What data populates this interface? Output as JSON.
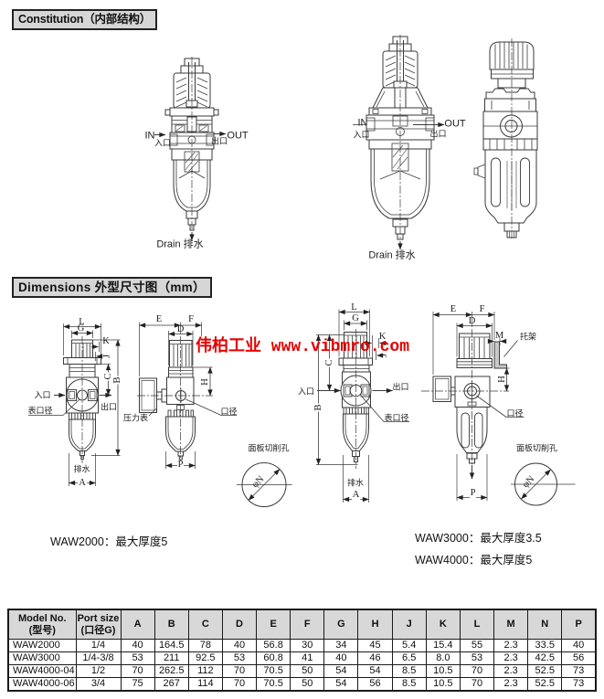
{
  "sections": {
    "constitution": {
      "title": "Constitution（内部结构）"
    },
    "dimensions": {
      "title": "Dimensions 外型尺寸图（mm）"
    }
  },
  "watermark": {
    "text": "伟柏工业 www.vibmro.com",
    "color": "#e60000"
  },
  "constitution_labels": {
    "in_en": "IN",
    "in_cn": "入口",
    "out_en": "OUT",
    "out_cn": "出口",
    "drain": "Drain 排水"
  },
  "dimension_labels": {
    "A": "A",
    "B": "B",
    "C": "C",
    "D": "D",
    "E": "E",
    "F": "F",
    "G": "G",
    "H": "H",
    "J": "J",
    "K": "K",
    "L": "L",
    "M": "M",
    "P": "P",
    "inlet": "入口",
    "outlet": "出口",
    "gauge_port": "表口径",
    "drain": "排水",
    "pressure_gauge": "压力表",
    "port_size": "口径",
    "bracket": "托架",
    "panel_hole": "面板切削孔",
    "phi_n": "φN"
  },
  "notes": {
    "waw2000": "WAW2000：最大厚度5",
    "waw3000": "WAW3000：最大厚度3.5",
    "waw4000": "WAW4000：最大厚度5"
  },
  "table": {
    "col_model": {
      "en": "Model No.",
      "cn": "(型号)"
    },
    "col_port": {
      "en": "Port size",
      "cn": "(口径G)"
    },
    "dim_headers": [
      "A",
      "B",
      "C",
      "D",
      "E",
      "F",
      "G",
      "H",
      "J",
      "K",
      "L",
      "M",
      "N",
      "P"
    ],
    "rows": [
      [
        "WAW2000",
        "1/4",
        "40",
        "164.5",
        "78",
        "40",
        "56.8",
        "30",
        "34",
        "45",
        "5.4",
        "15.4",
        "55",
        "2.3",
        "33.5",
        "40"
      ],
      [
        "WAW3000",
        "1/4-3/8",
        "53",
        "211",
        "92.5",
        "53",
        "60.8",
        "41",
        "40",
        "46",
        "6.5",
        "8.0",
        "53",
        "2.3",
        "42.5",
        "56"
      ],
      [
        "WAW4000-04",
        "1/2",
        "70",
        "262.5",
        "112",
        "70",
        "70.5",
        "50",
        "54",
        "54",
        "8.5",
        "10.5",
        "70",
        "2.3",
        "52.5",
        "73"
      ],
      [
        "WAW4000-06",
        "3/4",
        "75",
        "267",
        "114",
        "70",
        "70.5",
        "50",
        "54",
        "56",
        "8.5",
        "10.5",
        "70",
        "2.3",
        "52.5",
        "73"
      ]
    ]
  }
}
